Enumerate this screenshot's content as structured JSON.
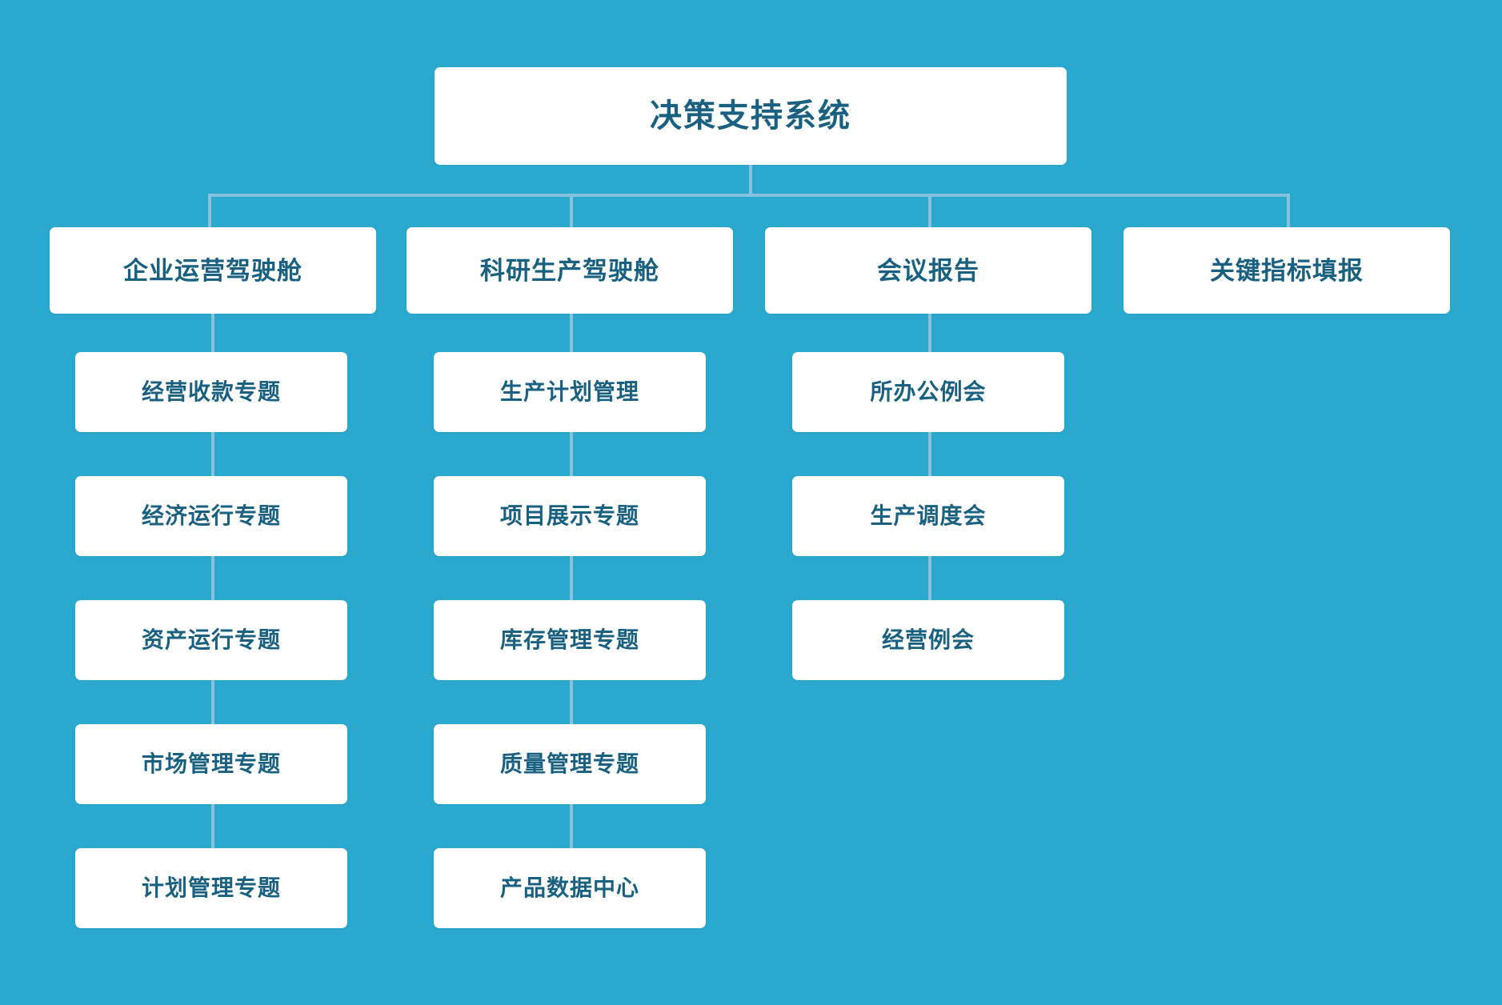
{
  "colors": {
    "background": "#2aa8ce",
    "node_fill": "#ffffff",
    "node_text": "#1a6080",
    "connector": "#86c2dd"
  },
  "chart_data": {
    "type": "tree",
    "title": "决策支持系统",
    "orientation": "top-down",
    "levels": 3
  },
  "root": {
    "label": "决策支持系统"
  },
  "branches": [
    {
      "label": "企业运营驾驶舱",
      "children": [
        {
          "label": "经营收款专题"
        },
        {
          "label": "经济运行专题"
        },
        {
          "label": "资产运行专题"
        },
        {
          "label": "市场管理专题"
        },
        {
          "label": "计划管理专题"
        }
      ]
    },
    {
      "label": "科研生产驾驶舱",
      "children": [
        {
          "label": "生产计划管理"
        },
        {
          "label": "项目展示专题"
        },
        {
          "label": "库存管理专题"
        },
        {
          "label": "质量管理专题"
        },
        {
          "label": "产品数据中心"
        }
      ]
    },
    {
      "label": "会议报告",
      "children": [
        {
          "label": "所办公例会"
        },
        {
          "label": "生产调度会"
        },
        {
          "label": "经营例会"
        }
      ]
    },
    {
      "label": "关键指标填报",
      "children": []
    }
  ]
}
